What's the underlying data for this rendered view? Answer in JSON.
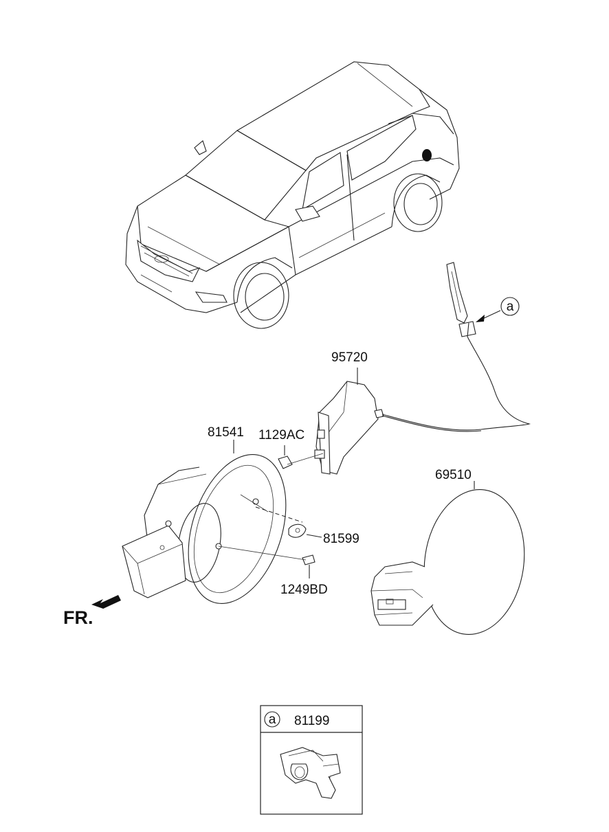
{
  "callouts": {
    "p95720": "95720",
    "p81541": "81541",
    "p1129AC": "1129AC",
    "p81599": "81599",
    "p1249BD": "1249BD",
    "p69510": "69510"
  },
  "reference_marker": "a",
  "front_indicator": "FR.",
  "inset": {
    "marker": "a",
    "part_number": "81199"
  }
}
